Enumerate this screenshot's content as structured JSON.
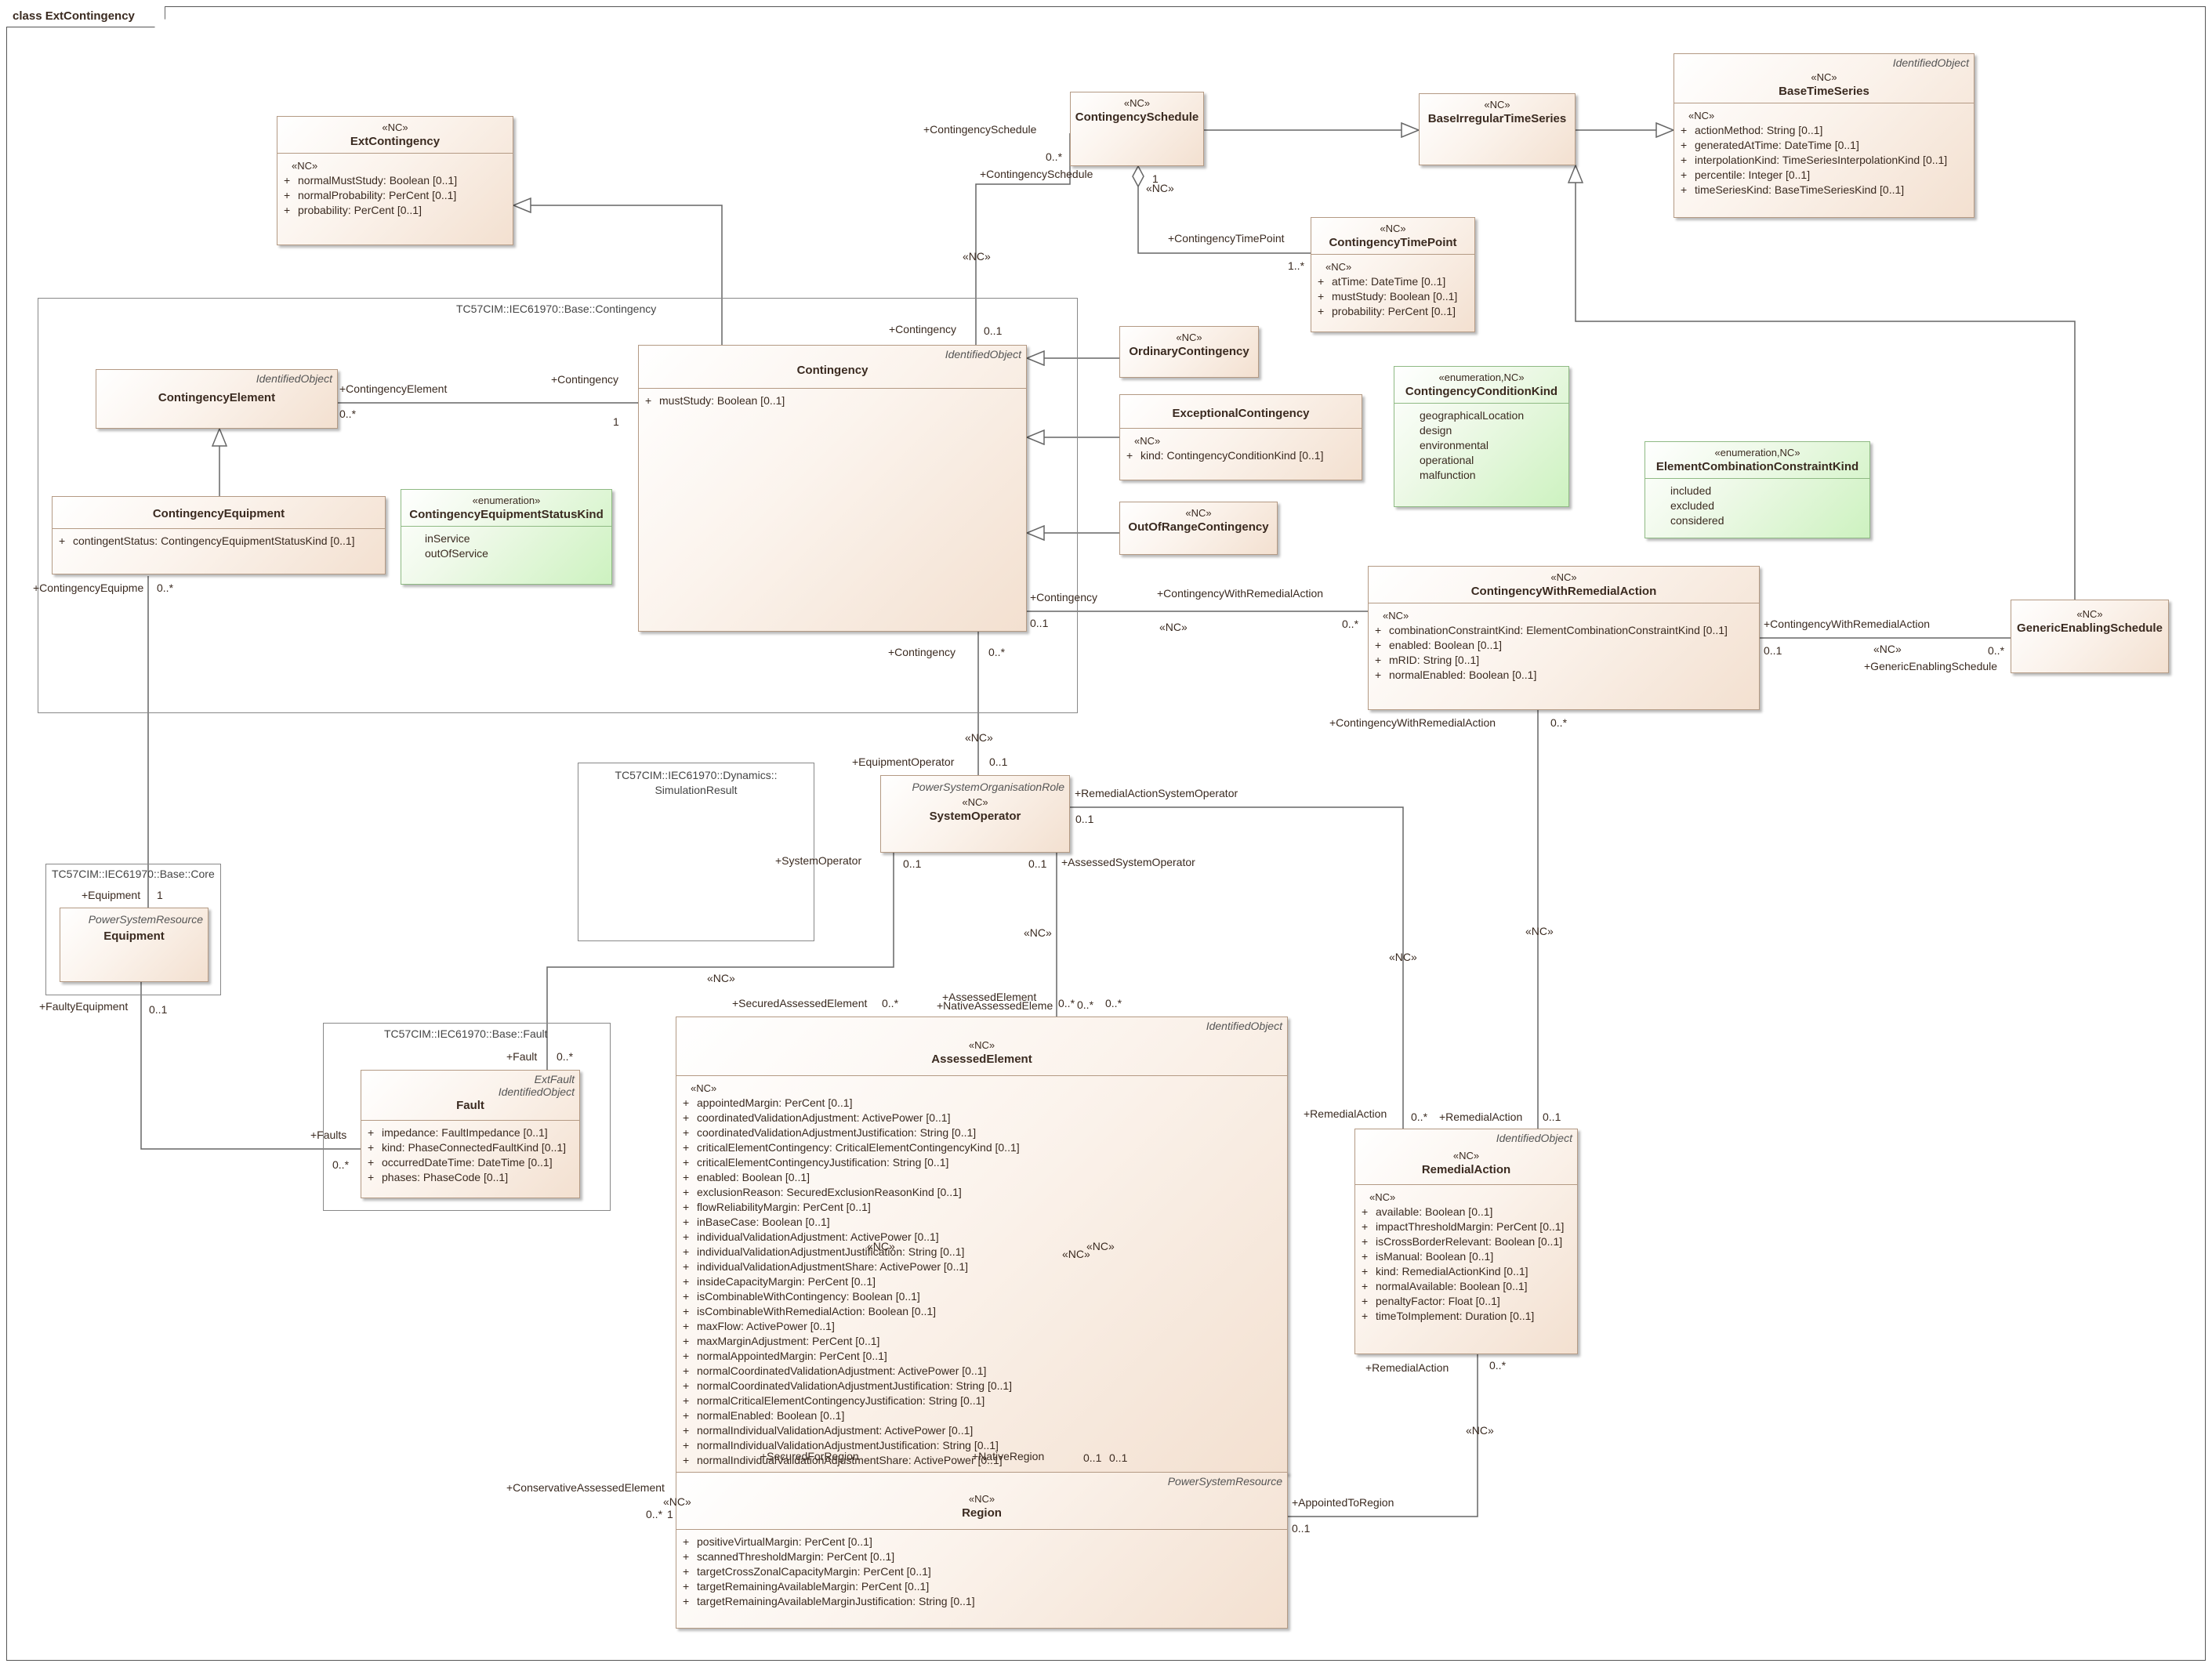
{
  "diagram_title": "class ExtContingency",
  "packages": {
    "contingency": "TC57CIM::IEC61970::Base::Contingency",
    "dynamics_line1": "TC57CIM::IEC61970::Dynamics::",
    "dynamics_line2": "SimulationResult",
    "core": "TC57CIM::IEC61970::Base::Core",
    "fault": "TC57CIM::IEC61970::Base::Fault"
  },
  "classes": {
    "ext_contingency": {
      "stereotype": "«NC»",
      "name": "ExtContingency",
      "attr_stereotype": "«NC»",
      "attrs": [
        "normalMustStudy: Boolean [0..1]",
        "normalProbability: PerCent [0..1]",
        "probability: PerCent [0..1]"
      ]
    },
    "contingency_schedule": {
      "stereotype": "«NC»",
      "name": "ContingencySchedule"
    },
    "base_irregular_time_series": {
      "stereotype": "«NC»",
      "name": "BaseIrregularTimeSeries"
    },
    "base_time_series": {
      "parent": "IdentifiedObject",
      "stereotype": "«NC»",
      "name": "BaseTimeSeries",
      "attr_stereotype": "«NC»",
      "attrs": [
        "actionMethod: String [0..1]",
        "generatedAtTime: DateTime [0..1]",
        "interpolationKind: TimeSeriesInterpolationKind [0..1]",
        "percentile: Integer [0..1]",
        "timeSeriesKind: BaseTimeSeriesKind [0..1]"
      ]
    },
    "contingency_time_point": {
      "stereotype": "«NC»",
      "name": "ContingencyTimePoint",
      "attr_stereotype": "«NC»",
      "attrs": [
        "atTime: DateTime [0..1]",
        "mustStudy: Boolean [0..1]",
        "probability: PerCent [0..1]"
      ]
    },
    "contingency": {
      "parent": "IdentifiedObject",
      "name": "Contingency",
      "attrs": [
        "mustStudy: Boolean [0..1]"
      ]
    },
    "contingency_element": {
      "parent": "IdentifiedObject",
      "name": "ContingencyElement"
    },
    "contingency_equipment": {
      "name": "ContingencyEquipment",
      "attrs": [
        "contingentStatus: ContingencyEquipmentStatusKind [0..1]"
      ]
    },
    "contingency_equipment_status_kind": {
      "stereotype": "«enumeration»",
      "name": "ContingencyEquipmentStatusKind",
      "literals": [
        "inService",
        "outOfService"
      ]
    },
    "ordinary_contingency": {
      "stereotype": "«NC»",
      "name": "OrdinaryContingency"
    },
    "exceptional_contingency": {
      "name": "ExceptionalContingency",
      "attr_stereotype": "«NC»",
      "attrs": [
        "kind: ContingencyConditionKind [0..1]"
      ]
    },
    "out_of_range_contingency": {
      "stereotype": "«NC»",
      "name": "OutOfRangeContingency"
    },
    "contingency_condition_kind": {
      "stereotype": "«enumeration,NC»",
      "name": "ContingencyConditionKind",
      "literals": [
        "geographicalLocation",
        "design",
        "environmental",
        "operational",
        "malfunction"
      ]
    },
    "element_combination_constraint_kind": {
      "stereotype": "«enumeration,NC»",
      "name": "ElementCombinationConstraintKind",
      "literals": [
        "included",
        "excluded",
        "considered"
      ]
    },
    "contingency_with_remedial_action": {
      "stereotype": "«NC»",
      "name": "ContingencyWithRemedialAction",
      "attr_stereotype": "«NC»",
      "attrs": [
        "combinationConstraintKind: ElementCombinationConstraintKind [0..1]",
        "enabled: Boolean [0..1]",
        "mRID: String [0..1]",
        "normalEnabled: Boolean [0..1]"
      ]
    },
    "generic_enabling_schedule": {
      "stereotype": "«NC»",
      "name": "GenericEnablingSchedule"
    },
    "system_operator": {
      "parent": "PowerSystemOrganisationRole",
      "stereotype": "«NC»",
      "name": "SystemOperator"
    },
    "equipment": {
      "parent": "PowerSystemResource",
      "name": "Equipment"
    },
    "fault": {
      "parent1": "ExtFault",
      "parent2": "IdentifiedObject",
      "name": "Fault",
      "attrs": [
        "impedance: FaultImpedance [0..1]",
        "kind: PhaseConnectedFaultKind [0..1]",
        "occurredDateTime: DateTime [0..1]",
        "phases: PhaseCode [0..1]"
      ]
    },
    "assessed_element": {
      "parent": "IdentifiedObject",
      "stereotype": "«NC»",
      "name": "AssessedElement",
      "attr_stereotype": "«NC»",
      "attrs": [
        "appointedMargin: PerCent [0..1]",
        "coordinatedValidationAdjustment: ActivePower [0..1]",
        "coordinatedValidationAdjustmentJustification: String [0..1]",
        "criticalElementContingency: CriticalElementContingencyKind [0..1]",
        "criticalElementContingencyJustification: String [0..1]",
        "enabled: Boolean [0..1]",
        "exclusionReason: SecuredExclusionReasonKind [0..1]",
        "flowReliabilityMargin: PerCent [0..1]",
        "inBaseCase: Boolean [0..1]",
        "individualValidationAdjustment: ActivePower [0..1]",
        "individualValidationAdjustmentJustification: String [0..1]",
        "individualValidationAdjustmentShare: ActivePower [0..1]",
        "insideCapacityMargin: PerCent [0..1]",
        "isCombinableWithContingency: Boolean [0..1]",
        "isCombinableWithRemedialAction: Boolean [0..1]",
        "maxFlow: ActivePower [0..1]",
        "maxMarginAdjustment: PerCent [0..1]",
        "normalAppointedMargin: PerCent [0..1]",
        "normalCoordinatedValidationAdjustment: ActivePower [0..1]",
        "normalCoordinatedValidationAdjustmentJustification: String [0..1]",
        "normalCriticalElementContingencyJustification: String [0..1]",
        "normalEnabled: Boolean [0..1]",
        "normalIndividualValidationAdjustment: ActivePower [0..1]",
        "normalIndividualValidationAdjustmentJustification: String [0..1]",
        "normalIndividualValidationAdjustmentShare: ActivePower [0..1]"
      ]
    },
    "region": {
      "parent": "PowerSystemResource",
      "stereotype": "«NC»",
      "name": "Region",
      "attrs": [
        "positiveVirtualMargin: PerCent [0..1]",
        "scannedThresholdMargin: PerCent [0..1]",
        "targetCrossZonalCapacityMargin: PerCent [0..1]",
        "targetRemainingAvailableMargin: PerCent [0..1]",
        "targetRemainingAvailableMarginJustification: String [0..1]"
      ]
    },
    "remedial_action": {
      "parent": "IdentifiedObject",
      "stereotype": "«NC»",
      "name": "RemedialAction",
      "attr_stereotype": "«NC»",
      "attrs": [
        "available: Boolean [0..1]",
        "impactThresholdMargin: PerCent [0..1]",
        "isCrossBorderRelevant: Boolean [0..1]",
        "isManual: Boolean [0..1]",
        "kind: RemedialActionKind [0..1]",
        "normalAvailable: Boolean [0..1]",
        "penaltyFactor: Float [0..1]",
        "timeToImplement: Duration [0..1]"
      ]
    },
    "simulation_result": {
      "name": "SimulationResult"
    }
  },
  "labels": {
    "plus": "+",
    "cs_role1": "+ContingencySchedule",
    "cs_mult1": "0..*",
    "cs_role2": "+ContingencySchedule",
    "cs_nc": "«NC»",
    "cs_cont_role": "+Contingency",
    "cs_cont_mult": "0..1",
    "ctp_one": "1",
    "ctp_nc": "«NC»",
    "ctp_role": "+ContingencyTimePoint",
    "ctp_mult": "1..*",
    "ce_role": "+ContingencyElement",
    "ce_mult": "0..*",
    "ce_cont_role": "+Contingency",
    "ce_cont_mult": "1",
    "ceq_role": "+ContingencyEquipme",
    "ceq_mult": "0..*",
    "eq_role": "+Equipment",
    "eq_mult": "1",
    "cwra_cont_role": "+Contingency",
    "cwra_cont_mult": "0..1",
    "cwra_role": "+ContingencyWithRemedialAction",
    "cwra_nc": "«NC»",
    "cwra_mult": "0..*",
    "ges_cwra_role": "+ContingencyWithRemedialAction",
    "ges_cwra_mult": "0..1",
    "ges_nc": "«NC»",
    "ges_mult": "0..*",
    "ges_role": "+GenericEnablingSchedule",
    "so_cont_role": "+Contingency",
    "so_cont_mult": "0..*",
    "so_nc": "«NC»",
    "so_eo_role": "+EquipmentOperator",
    "so_eo_mult": "0..1",
    "so_ras_role": "+RemedialActionSystemOperator",
    "so_ras_mult": "0..1",
    "so_sys_role": "+SystemOperator",
    "so_sys_mult": "0..1",
    "so_nc2": "«NC»",
    "so_aso_mult": "0..1",
    "so_aso_role": "+AssessedSystemOperator",
    "so_nc3": "«NC»",
    "ra_nc": "«NC»",
    "ra_role1": "+RemedialAction",
    "ra_mult1": "0..*",
    "cwra_ra_mult": "0..*",
    "cwra_nc2": "«NC»",
    "ra_role2": "+RemedialAction",
    "ra_mult2": "0..1",
    "cwra_role2": "+ContingencyWithRemedialAction",
    "ra_role3": "+RemedialAction",
    "ra_mult3": "0..*",
    "ra_nc3": "«NC»",
    "atr_role": "+AppointedToRegion",
    "atr_mult": "0..1",
    "feq_role": "+FaultyEquipment",
    "feq_mult": "0..1",
    "faults_role": "+Faults",
    "faults_mult": "0..*",
    "fault_role": "+Fault",
    "fault_mult": "0..*",
    "sae_role": "+SecuredAssessedElement",
    "sae_mult": "0..*",
    "ae_role1": "+AssessedElement",
    "nae_role": "+NativeAssessedEleme",
    "ae_mult1": "0..*",
    "ae_mult2": "0..*",
    "ae_mult3": "0..*",
    "ae_nc1": "«NC»",
    "ae_nc2": "«NC»",
    "ae_nc3": "«NC»",
    "sfr_role": "+SecuredForRegion",
    "nr_role": "+NativeRegion",
    "r_mult1": "0..1",
    "r_mult2": "0..1",
    "cae_role": "+ConservativeAssessedElement",
    "cae_mult": "0..*",
    "cae_one": "1",
    "cae_nc": "«NC»"
  }
}
